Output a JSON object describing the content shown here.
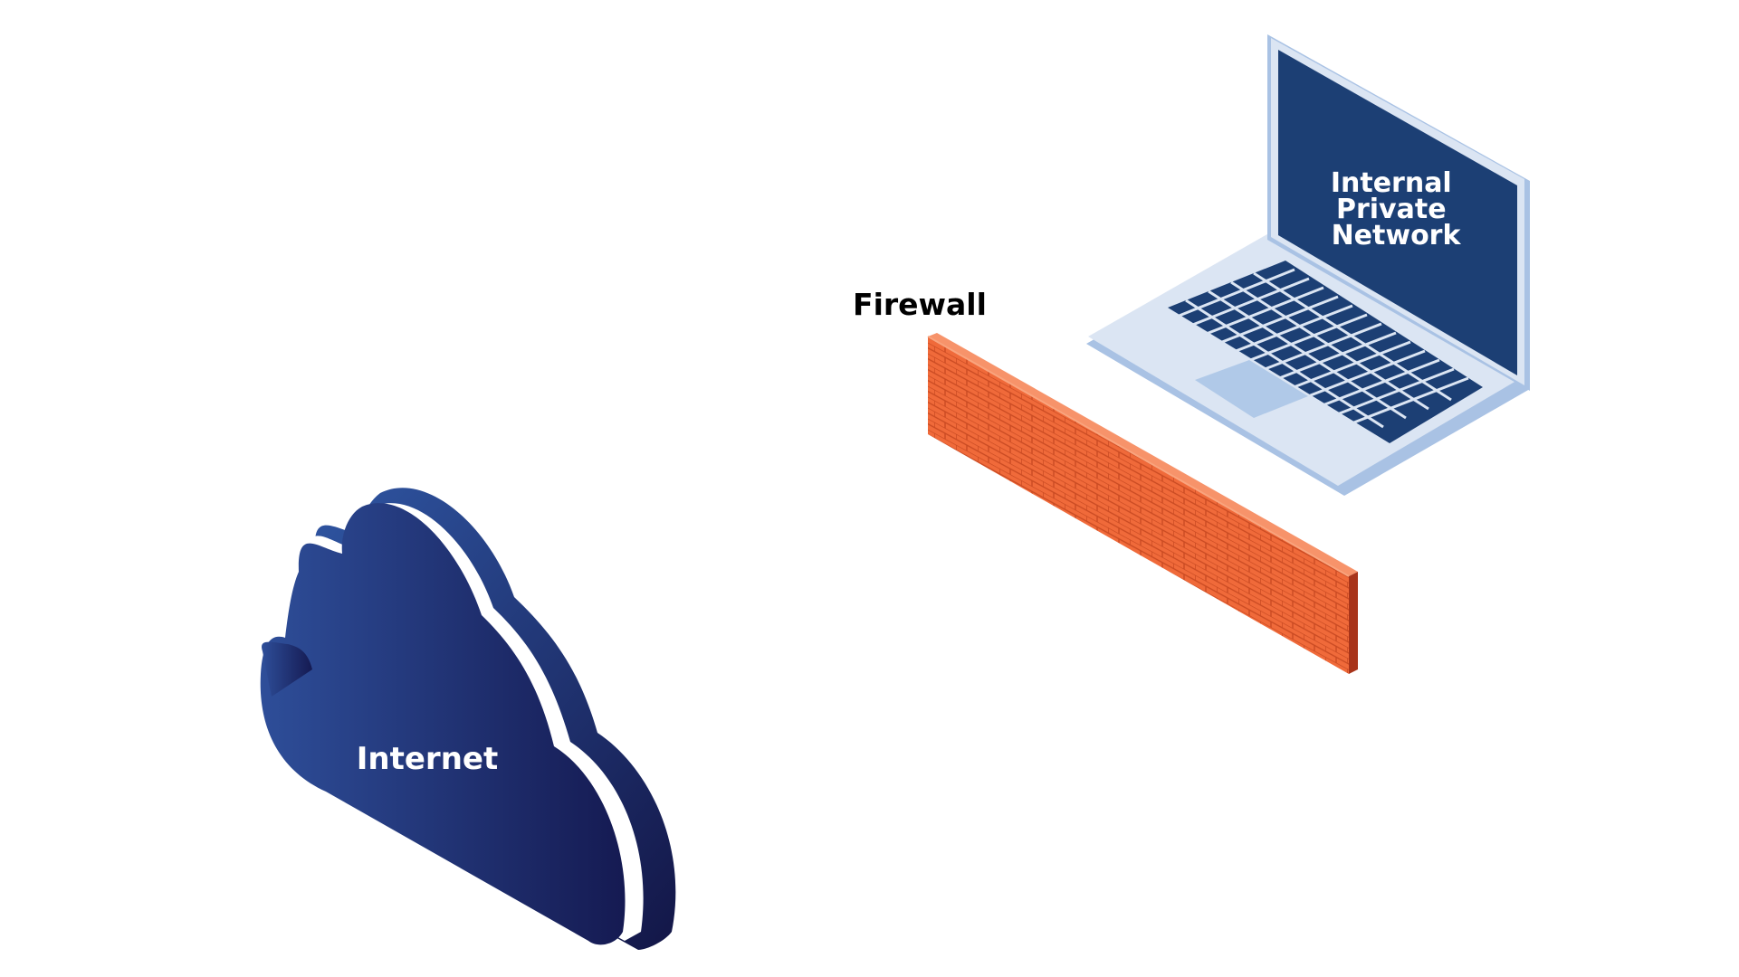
{
  "diagram": {
    "internet": {
      "label": "Internet",
      "icon": "cloud-icon",
      "colors": {
        "light": "#2e4e99",
        "dark": "#151a52"
      }
    },
    "firewall": {
      "label": "Firewall",
      "icon": "brick-wall-icon",
      "colors": {
        "face": "#f06a3a",
        "mortar": "#c94a22",
        "top": "#f7936a",
        "side": "#a8341a"
      }
    },
    "network": {
      "label_lines": [
        "Internal",
        "Private",
        "Network"
      ],
      "icon": "laptop-icon",
      "colors": {
        "screen": "#1c3f74",
        "body": "#dbe5f3",
        "outline": "#a9c2e4",
        "keys": "#1c3f74"
      }
    }
  }
}
